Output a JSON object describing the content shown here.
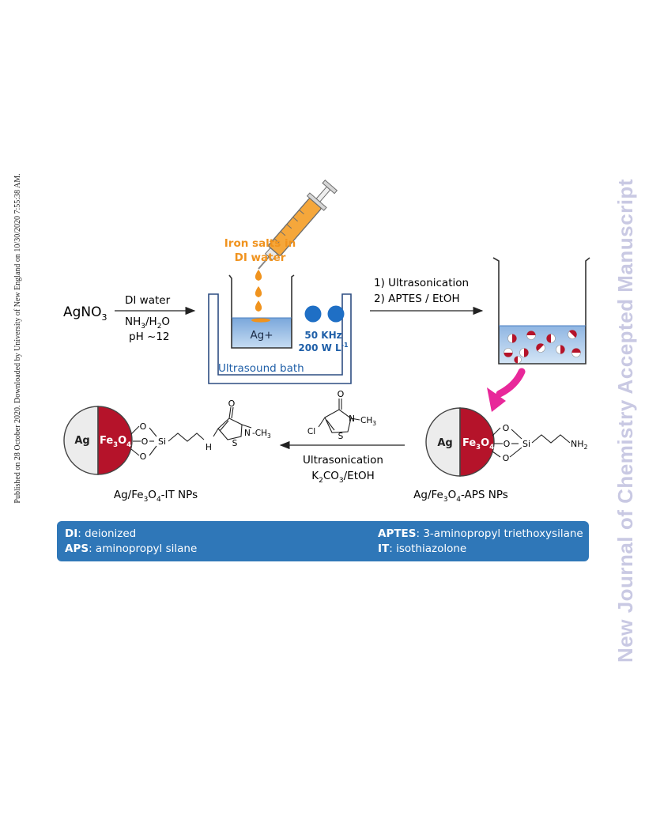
{
  "side_note": "Published on 28 October 2020. Downloaded by University of New England on 10/30/2020 7:55:38 AM.",
  "watermark": "New Journal of Chemistry Accepted Manuscript",
  "diagram": {
    "reagent_start": "AgNO",
    "reagent_start_sub": "3",
    "step1_top": "DI water",
    "step1_mid_a": "NH",
    "step1_mid_sub1": "3",
    "step1_mid_b": "/H",
    "step1_mid_sub2": "2",
    "step1_mid_c": "O",
    "step1_bottom": "pH ~12",
    "syringe_label_1": "Iron salts in",
    "syringe_label_2": "DI water",
    "beaker_label": "Ag+",
    "bath_freq": "50 KHz",
    "bath_power": "200 W L",
    "bath_power_sup": "-1",
    "bath_label": "Ultrasound bath",
    "step2_line1": "1) Ultrasonication",
    "step2_line2": "2) APTES / EtOH",
    "np_ag": "Ag",
    "np_fe": "Fe",
    "np_fe_sub3": "3",
    "np_o": "O",
    "np_o_sub4": "4",
    "chem_o": "O",
    "chem_si": "Si",
    "chem_nh2": "NH",
    "chem_nh2_sub": "2",
    "chem_h": "H",
    "chem_n": "N",
    "chem_s": "S",
    "chem_ch3": "CH",
    "chem_ch3_sub": "3",
    "chem_cl": "Cl",
    "step3_line1": "Ultrasonication",
    "step3_k": "K",
    "step3_sub2": "2",
    "step3_co": "CO",
    "step3_sub3": "3",
    "step3_rest": "/EtOH",
    "product_right_a": "Ag/Fe",
    "product_right_sub3": "3",
    "product_right_b": "O",
    "product_right_sub4": "4",
    "product_right_c": "-APS NPs",
    "product_left_a": "Ag/Fe",
    "product_left_sub3": "3",
    "product_left_b": "O",
    "product_left_sub4": "4",
    "product_left_c": "-IT NPs"
  },
  "legend": {
    "di_key": "DI",
    "di_val": ": deionized",
    "aps_key": "APS",
    "aps_val": ": aminopropyl silane",
    "aptes_key": "APTES",
    "aptes_val": ": 3-aminopropyl triethoxysilane",
    "it_key": "IT",
    "it_val": ": isothiazolone"
  },
  "colors": {
    "accent_blue": "#2f77b8",
    "bath_blue": "#1f5fa8",
    "orange": "#f0931e",
    "fe3o4_red": "#b5132a",
    "ag_gray": "#ececec",
    "magenta_arrow": "#e8289a"
  }
}
